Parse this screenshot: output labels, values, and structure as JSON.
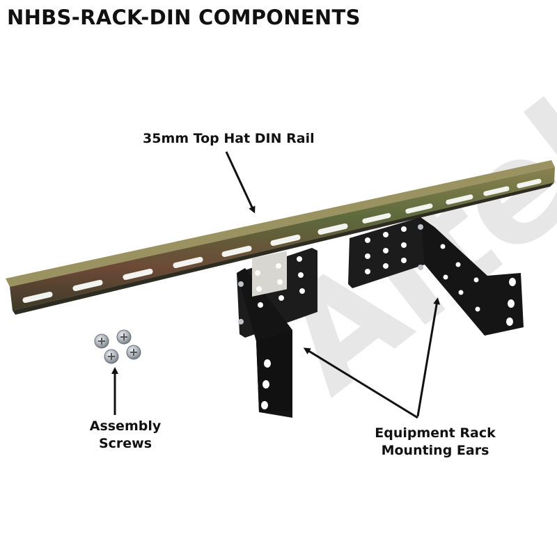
{
  "title": "NHBS-RACK-DIN COMPONENTS",
  "watermark": "Altelix",
  "callouts": {
    "din_rail": {
      "lines": [
        "35mm Top Hat DIN Rail"
      ]
    },
    "screws": {
      "lines": [
        "Assembly",
        "Screws"
      ]
    },
    "ears": {
      "lines": [
        "Equipment Rack",
        "Mounting Ears"
      ]
    }
  },
  "colors": {
    "background": "#ffffff",
    "text": "#111111",
    "rail": "#6b6a3a",
    "bracket": "#1a1a1a",
    "screw": "#b7bcc2"
  }
}
